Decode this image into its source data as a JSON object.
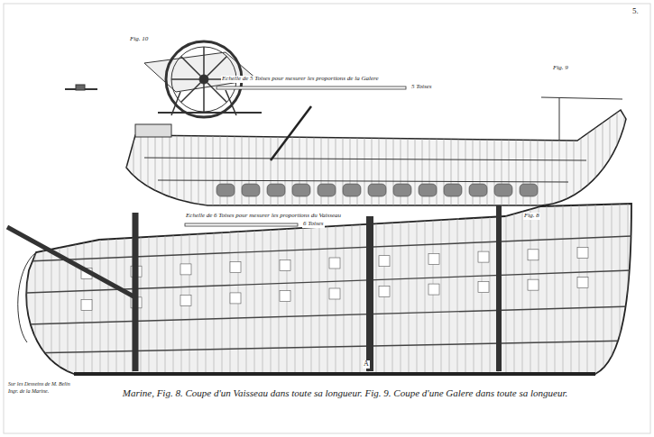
{
  "diagram": {
    "caption": "Marine, Fig. 8. Coupe d'un Vaisseau dans toute sa longueur. Fig. 9. Coupe d'une Galere dans toute sa longueur.",
    "labels": [
      "5.",
      "Fig. 10",
      "Fig. 9",
      "Fig. 8",
      "Echelle de 5 Toises pour mesurer les proportions de la Galere",
      "5 Toises",
      "Echelle de 6 Toises pour mesurer les proportions du Vaisseau",
      "6 Toises",
      "A",
      "Sur les Desseins de M. Belin",
      "Ingr. de la Marine."
    ]
  }
}
